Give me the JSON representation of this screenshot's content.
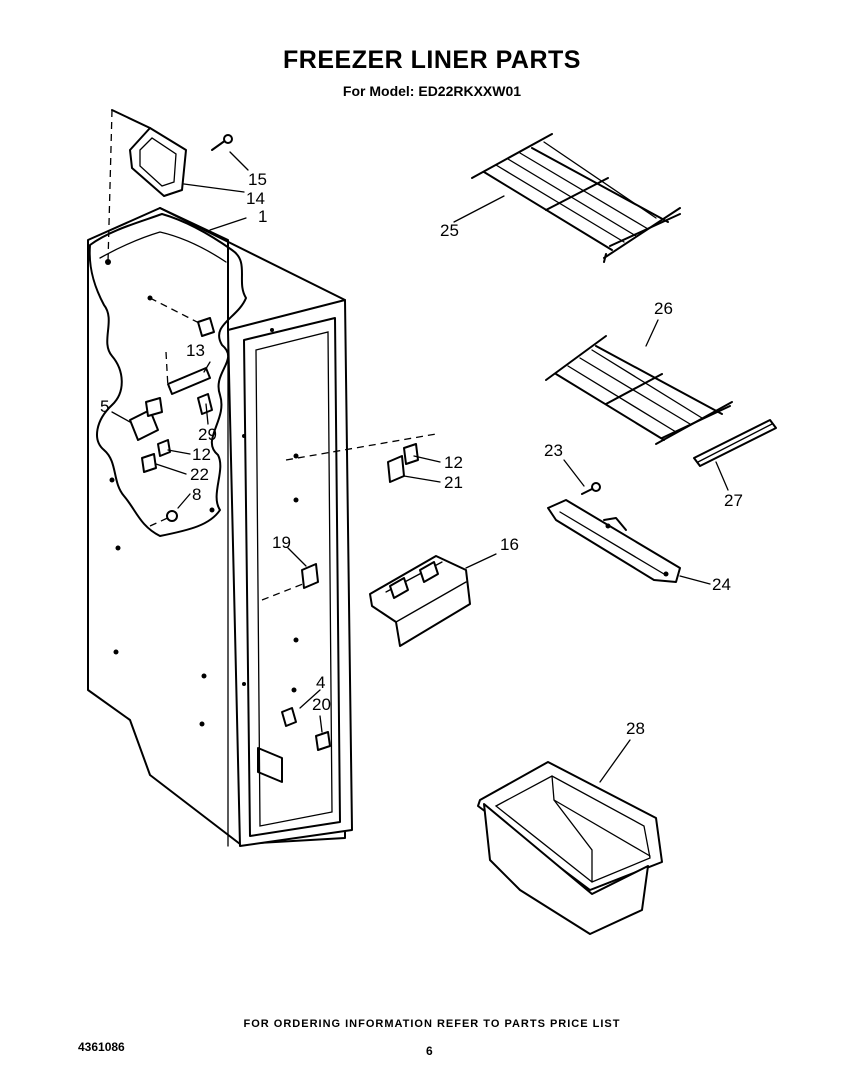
{
  "header": {
    "title": "FREEZER LINER PARTS",
    "subtitle": "For Model: ED22RKXXW01"
  },
  "footer": {
    "note": "FOR ORDERING INFORMATION REFER TO PARTS PRICE LIST",
    "doc_number": "4361086",
    "page_number": "6"
  },
  "callouts": {
    "c1": "1",
    "c4": "4",
    "c5": "5",
    "c8": "8",
    "c12a": "12",
    "c12b": "12",
    "c13": "13",
    "c14": "14",
    "c15": "15",
    "c16": "16",
    "c19": "19",
    "c20": "20",
    "c21": "21",
    "c22": "22",
    "c23": "23",
    "c24": "24",
    "c25": "25",
    "c26": "26",
    "c27": "27",
    "c28": "28",
    "c29": "29"
  }
}
